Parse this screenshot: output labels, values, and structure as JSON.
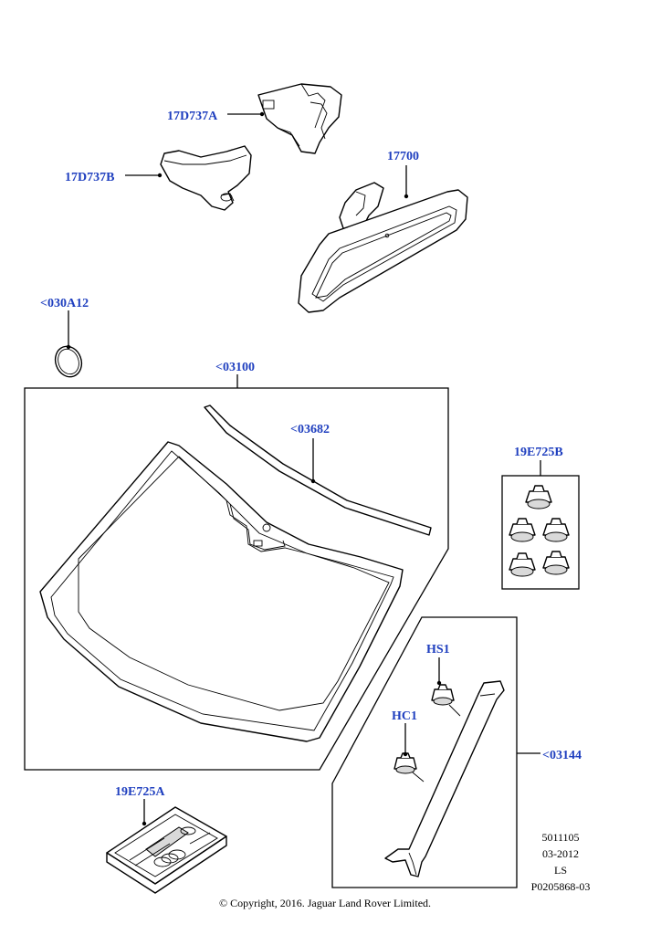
{
  "labels": {
    "p17d737a": "17D737A",
    "p17d737b": "17D737B",
    "p17700": "17700",
    "p030a12": "<030A12",
    "p03100": "<03100",
    "p03682": "<03682",
    "p19e725b": "19E725B",
    "phs1": "HS1",
    "phc1": "HC1",
    "p03144": "<03144",
    "p19e725a": "19E725A"
  },
  "meta": {
    "line1": "5011105",
    "line2": "03-2012",
    "line3": "LS",
    "line4": "P0205868-03"
  },
  "copyright": "© Copyright, 2016. Jaguar Land Rover Limited.",
  "colors": {
    "label": "#1f3fbf",
    "line": "#000000",
    "background": "#ffffff"
  }
}
